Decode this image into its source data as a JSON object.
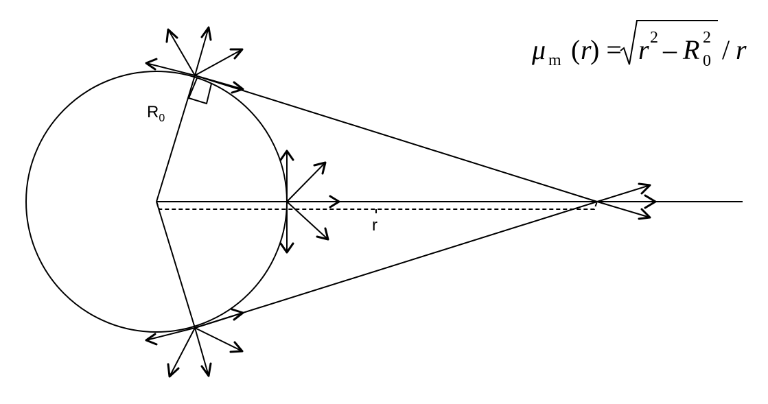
{
  "labels": {
    "radius_main": "R",
    "radius_sub": "0",
    "distance": "r"
  },
  "equation": {
    "mu": "μ",
    "mu_sub": "m",
    "open": "(",
    "var": "r",
    "close_eq": ") =",
    "r_in_root": "r",
    "r_sup": "2",
    "minus": "–",
    "R_in_root": "R",
    "R_sub": "0",
    "R_sup": "2",
    "slash": "/",
    "r_end": "r"
  }
}
